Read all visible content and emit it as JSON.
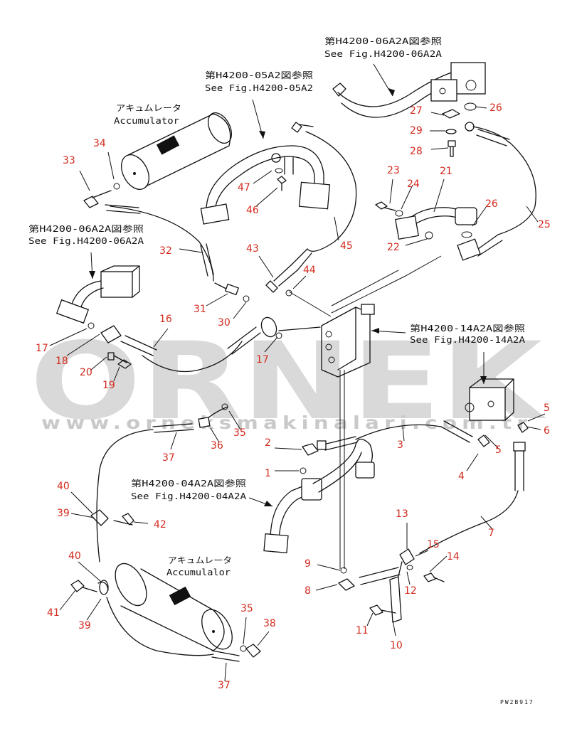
{
  "watermark": {
    "brand": "ORNEK",
    "url": "www.orneksmakinalari.com.tr"
  },
  "references": [
    {
      "id": "ref-06a2a-top",
      "jp": "第H4200-06A2A図参照",
      "en": "See Fig.H4200-06A2A"
    },
    {
      "id": "ref-05a2",
      "jp": "第H4200-05A2図参照",
      "en": "See Fig.H4200-05A2"
    },
    {
      "id": "ref-06a2a-left",
      "jp": "第H4200-06A2A図参照",
      "en": "See Fig.H4200-06A2A"
    },
    {
      "id": "ref-14a2a",
      "jp": "第H4200-14A2A図参照",
      "en": "See Fig.H4200-14A2A"
    },
    {
      "id": "ref-04a2a",
      "jp": "第H4200-04A2A図参照",
      "en": "See Fig.H4200-04A2A"
    }
  ],
  "accumulator_labels": [
    {
      "id": "acc-top",
      "jp": "アキュムレータ",
      "en": "Accumulator"
    },
    {
      "id": "acc-bottom",
      "jp": "アキュムレータ",
      "en": "Accumulalor"
    }
  ],
  "callouts": [
    "33",
    "34",
    "32",
    "31",
    "30",
    "16",
    "17",
    "18",
    "20",
    "19",
    "17",
    "47",
    "46",
    "45",
    "43",
    "44",
    "23",
    "24",
    "21",
    "26",
    "22",
    "25",
    "27",
    "26",
    "29",
    "28",
    "35",
    "37",
    "36",
    "2",
    "1",
    "3",
    "5",
    "6",
    "5",
    "4",
    "7",
    "40",
    "39",
    "42",
    "40",
    "41",
    "39",
    "35",
    "38",
    "37",
    "9",
    "8",
    "13",
    "15",
    "14",
    "12",
    "11",
    "10"
  ],
  "drawing_code": "PW2B917"
}
